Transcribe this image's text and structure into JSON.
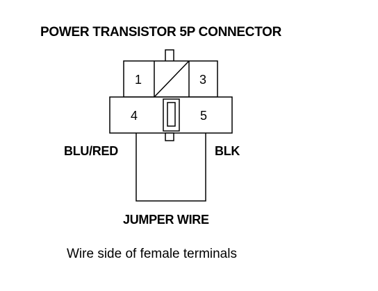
{
  "title": "POWER TRANSISTOR 5P CONNECTOR",
  "connector": {
    "pins": [
      {
        "id": "1",
        "label": "1"
      },
      {
        "id": "3",
        "label": "3"
      },
      {
        "id": "4",
        "label": "4"
      },
      {
        "id": "5",
        "label": "5"
      }
    ]
  },
  "wires": {
    "left_label": "BLU/RED",
    "right_label": "BLK",
    "jumper_label": "JUMPER WIRE"
  },
  "caption": "Wire side of female terminals"
}
